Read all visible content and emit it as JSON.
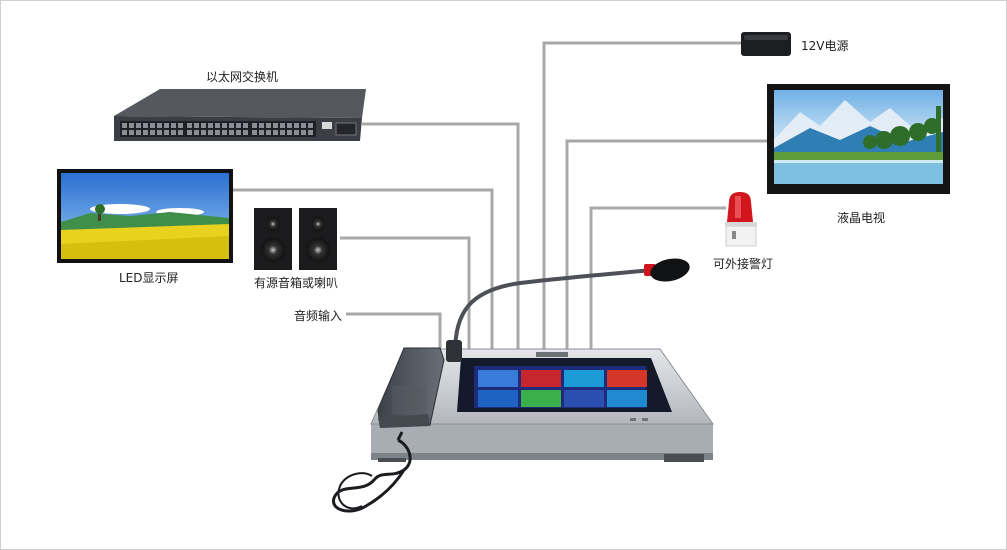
{
  "labels": {
    "switch": "以太网交换机",
    "power": "12V电源",
    "lcd_tv": "液晶电视",
    "led_screen": "LED显示屏",
    "speakers": "有源音箱或喇叭",
    "alarm_light": "可外接警灯",
    "audio_input": "音频输入"
  },
  "colors": {
    "wire": "#a8a8a8",
    "device_body": "#c9ccd0",
    "device_dark": "#5b5f66",
    "screen_bg": "#1c2c7a",
    "mic_tip": "#d0141b"
  },
  "screen_tiles": [
    {
      "color": "#3a7ad8"
    },
    {
      "color": "#c8262e"
    },
    {
      "color": "#1d9bd6"
    },
    {
      "color": "#d4372a"
    },
    {
      "color": "#1f63c2"
    },
    {
      "color": "#3bb04a"
    },
    {
      "color": "#2a4fb0"
    },
    {
      "color": "#1f8ad0"
    }
  ]
}
